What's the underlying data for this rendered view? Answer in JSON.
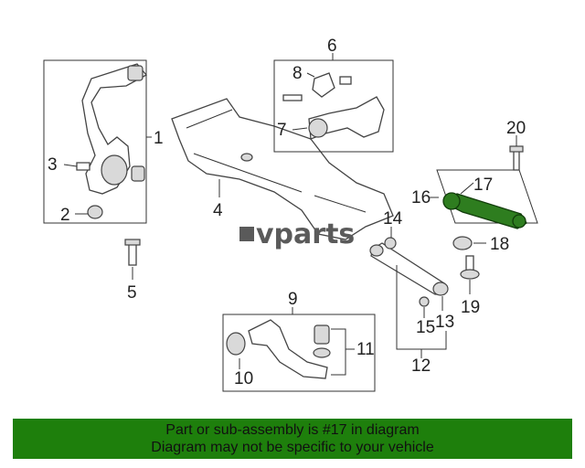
{
  "watermark": {
    "text": "vparts"
  },
  "callouts": [
    "1",
    "2",
    "3",
    "4",
    "5",
    "6",
    "7",
    "8",
    "9",
    "10",
    "11",
    "12",
    "13",
    "14",
    "15",
    "16",
    "17",
    "18",
    "19",
    "20"
  ],
  "banner": {
    "line1": "Part or sub-assembly is #17 in diagram",
    "line2": "Diagram may not be specific to your vehicle"
  },
  "colors": {
    "highlight": "#2e7d1f",
    "banner": "#1e7f0c"
  }
}
